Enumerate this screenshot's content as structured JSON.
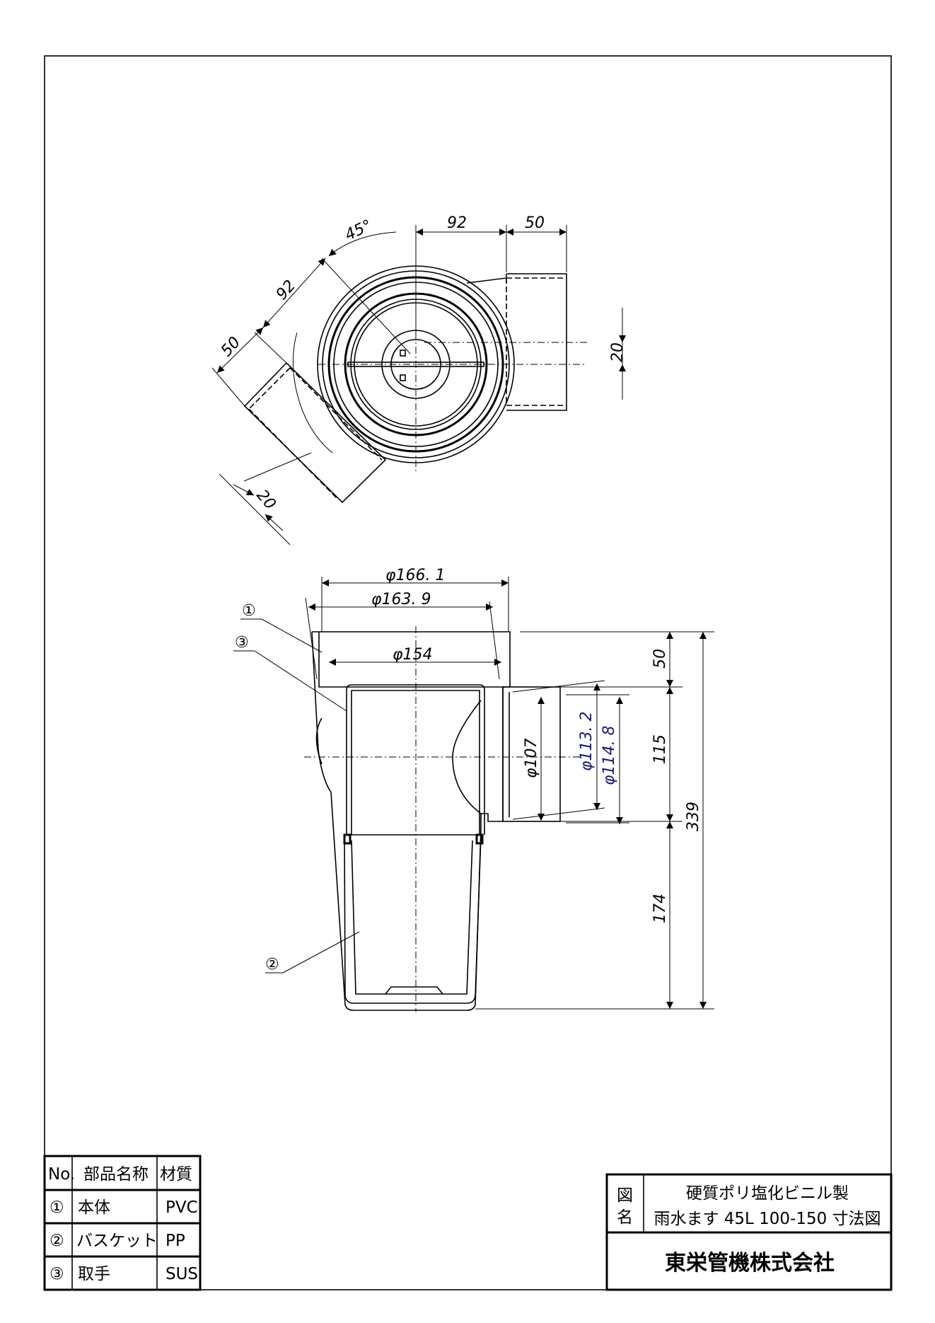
{
  "top_view": {
    "dims": {
      "angle": "45°",
      "offset_right": "92",
      "pipe_right": "50",
      "offset_diag": "92",
      "pipe_diag": "50",
      "shift_right": "20",
      "shift_diag": "20"
    }
  },
  "front_view": {
    "dims": {
      "d1": "φ166. 1",
      "d2": "φ163. 9",
      "d3": "φ154",
      "d4": "φ107",
      "d5": "φ113. 2",
      "d6": "φ114. 8",
      "h1": "50",
      "h2": "115",
      "h3": "174",
      "h_total": "339"
    },
    "callouts": [
      "①",
      "③",
      "②"
    ]
  },
  "parts_table": {
    "headers": [
      "No.",
      "部品名称",
      "材質"
    ],
    "rows": [
      {
        "no": "①",
        "name": "本体",
        "material": "PVC"
      },
      {
        "no": "②",
        "name": "バスケット",
        "material": "PP"
      },
      {
        "no": "③",
        "name": "取手",
        "material": "SUS"
      }
    ]
  },
  "title_block": {
    "label": [
      "図",
      "名"
    ],
    "title_line1": "硬質ポリ塩化ビニル製",
    "title_line2": "雨水ます 45L 100-150 寸法図",
    "company": "東栄管機株式会社"
  }
}
